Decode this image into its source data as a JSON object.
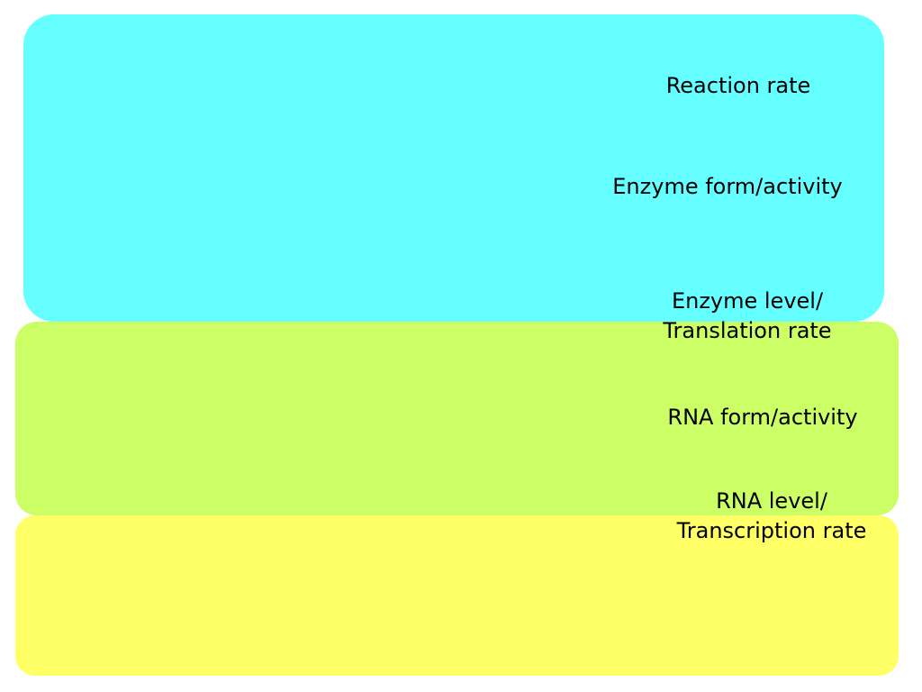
{
  "levels": {
    "reaction_rate": "Reaction rate",
    "enzyme_activity": "Enzyme form/activity",
    "enzyme_level": [
      "Enzyme level/",
      "Translation rate"
    ],
    "rna_activity": "RNA form/activity",
    "rna_level": [
      "RNA level/",
      "Transcription rate"
    ]
  },
  "colors": {
    "metabolic_band": "#66ffff",
    "translation_band": "#ccff66",
    "transcription_band": "#ffff66"
  }
}
